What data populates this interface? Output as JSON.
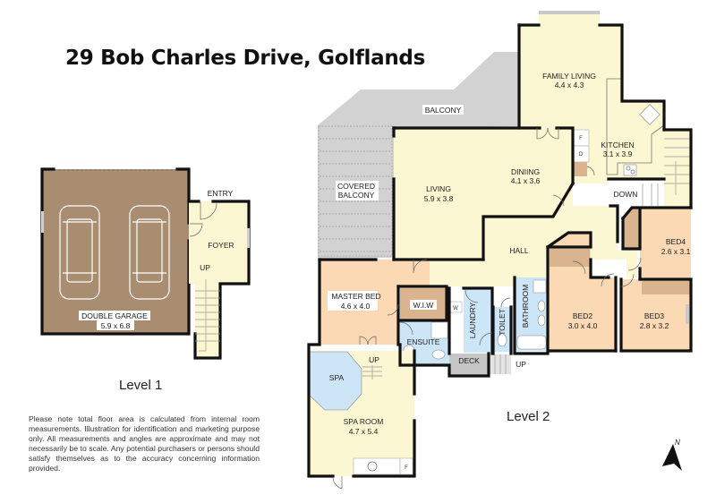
{
  "header": {
    "title": "29 Bob Charles Drive, Golflands"
  },
  "colors": {
    "garage": "#a88d71",
    "living": "#fbf7d3",
    "bedroom": "#fad9b4",
    "wet_area": "#cde6f7",
    "balcony": "#d2d2d2",
    "storage": "#d9b48e",
    "deck": "#c6c6c6",
    "wall": "#111111"
  },
  "levels": [
    {
      "label": "Level 1",
      "rooms": [
        {
          "name": "DOUBLE GARAGE",
          "size": "5.9 x 6.8"
        },
        {
          "name": "FOYER",
          "size": ""
        },
        {
          "name": "ENTRY",
          "size": ""
        }
      ],
      "annotations": {
        "up": "UP"
      }
    },
    {
      "label": "Level 2",
      "rooms": [
        {
          "name": "FAMILY LIVING",
          "size": "4.4 x 4.3"
        },
        {
          "name": "KITCHEN",
          "size": "3.1 x 3.9"
        },
        {
          "name": "DINIING",
          "size": "4.1 x 3.6"
        },
        {
          "name": "LIVING",
          "size": "5.9 x 3.8"
        },
        {
          "name": "BALCONY",
          "size": ""
        },
        {
          "name": "COVERED",
          "size": "BALCONY"
        },
        {
          "name": "HALL",
          "size": ""
        },
        {
          "name": "MASTER BED",
          "size": "4.6 x 4.0"
        },
        {
          "name": "W.I.W",
          "size": ""
        },
        {
          "name": "ENSUITE",
          "size": ""
        },
        {
          "name": "LAUNDRY",
          "size": ""
        },
        {
          "name": "TOILET",
          "size": ""
        },
        {
          "name": "BATHROOM",
          "size": ""
        },
        {
          "name": "BED2",
          "size": "3.0 x 4.0"
        },
        {
          "name": "BED3",
          "size": "2.8 x 3.2"
        },
        {
          "name": "BED4",
          "size": "2.6 x 3.1"
        },
        {
          "name": "DECK",
          "size": ""
        },
        {
          "name": "SPA",
          "size": ""
        },
        {
          "name": "SPA ROOM",
          "size": "4.7 x 5.4"
        }
      ],
      "annotations": {
        "down": "DOWN",
        "up_spa": "UP",
        "up_deck": "UP",
        "fridge": "F",
        "dryer": "D",
        "washer": "W",
        "spa_fridge": "F"
      }
    }
  ],
  "compass": {
    "label": "N",
    "icon": "north-arrow-icon"
  },
  "disclaimer": "Please note total floor area is calculated from internal room measurements.  Illustration for identification and marketing purpose only.  All measurements and angles are approximate and may not necessarily be to scale.   Any potential purchasers or persons should satisfy themselves as to the accuracy concerning information provided."
}
